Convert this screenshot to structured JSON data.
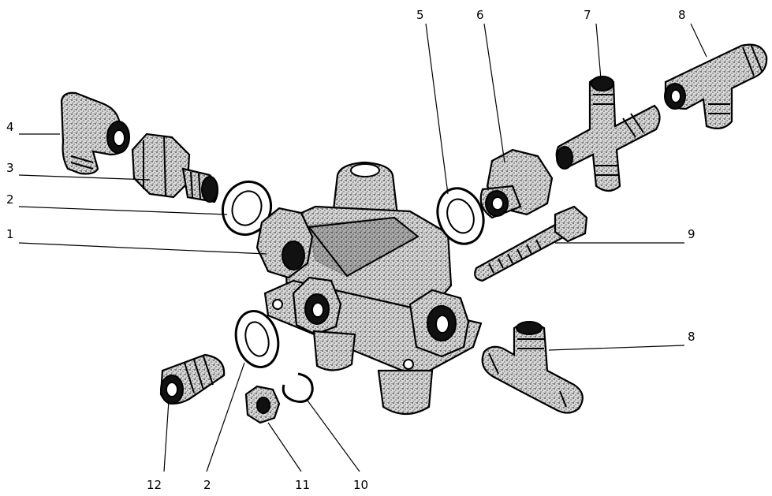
{
  "labels": {
    "l1": "1",
    "l2a": "2",
    "l2b": "2",
    "l3": "3",
    "l4": "4",
    "l5": "5",
    "l6": "6",
    "l7": "7",
    "l8a": "8",
    "l8b": "8",
    "l9": "9",
    "l10": "10",
    "l11": "11",
    "l12": "12"
  }
}
